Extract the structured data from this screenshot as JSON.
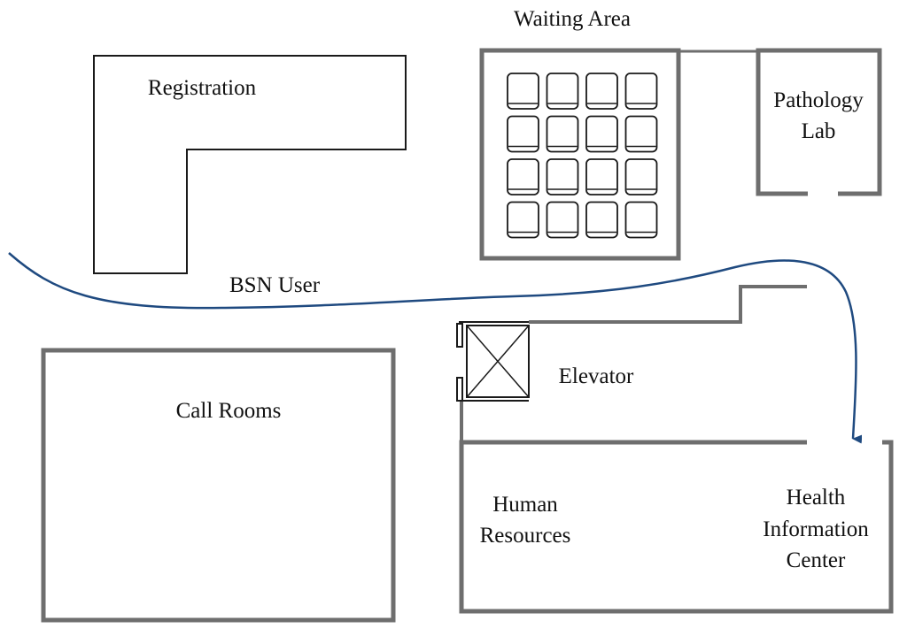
{
  "labels": {
    "registration": "Registration",
    "waiting_area": "Waiting Area",
    "pathology_lab": [
      "Pathology",
      "Lab"
    ],
    "bsn_user": "BSN User",
    "elevator": "Elevator",
    "call_rooms": "Call Rooms",
    "human_resources": [
      "Human",
      "Resources"
    ],
    "health_information_center": [
      "Health",
      "Information",
      "Center"
    ]
  },
  "waiting_area_seats": {
    "rows": 4,
    "columns": 4
  },
  "colors": {
    "wall": "#6e6e6e",
    "outline": "#1a1a1a",
    "path": "#1f4a80"
  }
}
